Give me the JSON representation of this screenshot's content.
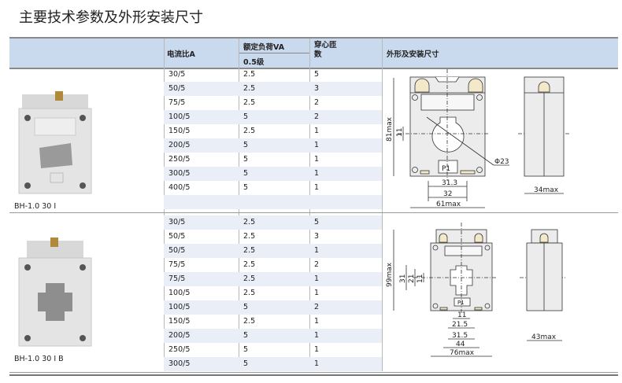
{
  "title": "主要技术参数及外形安装尺寸",
  "header": {
    "ratio": "电流比A",
    "burden": "额定负荷VA",
    "burden_class": "0.5级",
    "turns": "穿心匝数",
    "dims": "外形及安装尺寸"
  },
  "sections": [
    {
      "model": "BH-1.0 30 Ⅰ",
      "rows": [
        [
          "30/5",
          "2.5",
          "5"
        ],
        [
          "50/5",
          "2.5",
          "3"
        ],
        [
          "75/5",
          "2.5",
          "2"
        ],
        [
          "100/5",
          "5",
          "2"
        ],
        [
          "150/5",
          "2.5",
          "1"
        ],
        [
          "200/5",
          "5",
          "1"
        ],
        [
          "250/5",
          "5",
          "1"
        ],
        [
          "300/5",
          "5",
          "1"
        ],
        [
          "400/5",
          "5",
          "1"
        ],
        [
          "",
          "",
          ""
        ]
      ],
      "dims": {
        "height": "81max",
        "window": "11",
        "diameter": "Φ23",
        "d1": "31.3",
        "d2": "32",
        "width": "61max",
        "depth": "34max",
        "p1": "P1"
      }
    },
    {
      "model": "BH-1.0 30 Ⅰ B",
      "rows": [
        [
          "30/5",
          "2.5",
          "5"
        ],
        [
          "50/5",
          "2.5",
          "3"
        ],
        [
          "50/5",
          "2.5",
          "1"
        ],
        [
          "75/5",
          "2.5",
          "2"
        ],
        [
          "75/5",
          "2.5",
          "1"
        ],
        [
          "100/5",
          "2.5",
          "1"
        ],
        [
          "100/5",
          "5",
          "2"
        ],
        [
          "150/5",
          "2.5",
          "1"
        ],
        [
          "200/5",
          "5",
          "1"
        ],
        [
          "250/5",
          "5",
          "1"
        ],
        [
          "300/5",
          "5",
          "1"
        ]
      ],
      "dims": {
        "height": "99max",
        "v1": "31",
        "v2": "21",
        "v3": "11",
        "w1": "11",
        "w2": "21.5",
        "w3": "31.5",
        "w4": "44",
        "width": "76max",
        "depth": "43max",
        "p1": "P1"
      }
    }
  ]
}
